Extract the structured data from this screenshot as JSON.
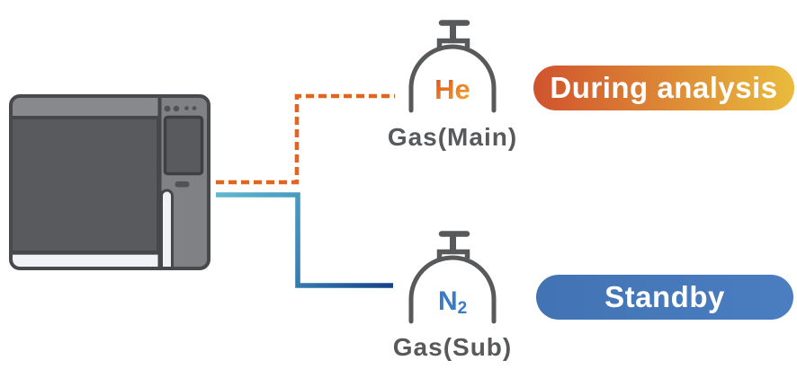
{
  "instrument": {
    "name": "gas-chromatograph"
  },
  "main_gas": {
    "symbol": "He",
    "label": "Gas(Main)",
    "badge": "During analysis",
    "line_style": "dashed",
    "line_color": "#df6523",
    "symbol_gradient": [
      "#dc4c1c",
      "#f5a62f"
    ],
    "badge_gradient": [
      "#d0532e",
      "#e9bb3d"
    ]
  },
  "sub_gas": {
    "symbol": "N",
    "symbol_subscript": "2",
    "label": "Gas(Sub)",
    "badge": "Standby",
    "line_style": "solid",
    "line_gradient": [
      "#66bcd1",
      "#4191bd",
      "#123c86"
    ],
    "symbol_color": "#3b7ac4",
    "badge_color": "#4577b8"
  },
  "colors": {
    "instrument_body": "#7f8184",
    "instrument_top_band": "#87898c",
    "instrument_door": "#595a5d",
    "instrument_outline": "#48494c",
    "instrument_light_strip": "#f0f2f7",
    "cylinder_outline": "#58595b",
    "label_text": "#58595b",
    "background": "#ffffff"
  }
}
